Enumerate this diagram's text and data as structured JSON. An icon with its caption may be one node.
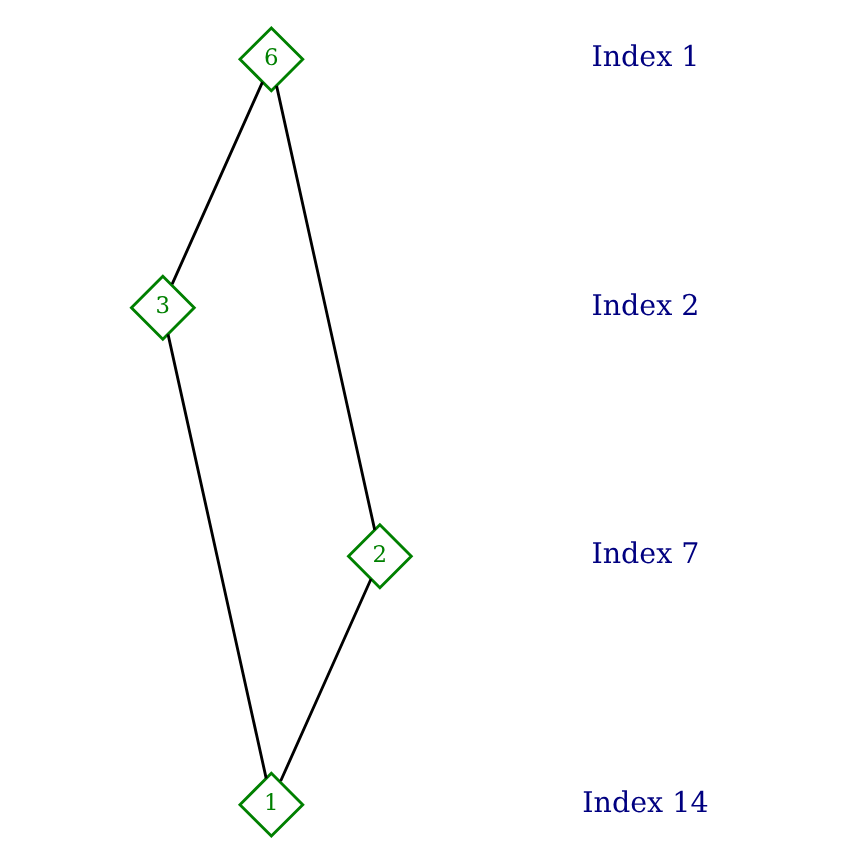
{
  "diagram": {
    "nodes": [
      {
        "text": [
          "6"
        ]
      },
      {
        "text": [
          "3"
        ]
      },
      {
        "text": [
          "2"
        ]
      },
      {
        "text": [
          "1"
        ]
      }
    ],
    "edges": [
      {
        "from": 0,
        "to": 1,
        "arrow": "none"
      },
      {
        "from": 0,
        "to": 2,
        "arrow": "none"
      },
      {
        "from": 1,
        "to": 3,
        "arrow": "none"
      },
      {
        "from": 2,
        "to": 3,
        "arrow": "none"
      }
    ],
    "labels": [
      "Index 1",
      "Index 2",
      "Index 7",
      "Index 14"
    ]
  }
}
